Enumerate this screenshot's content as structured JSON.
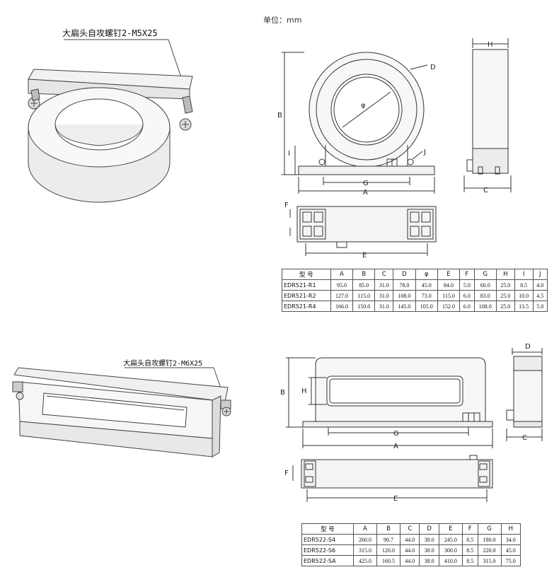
{
  "unit_label": "单位：mm",
  "top_section": {
    "screw_callout": "大扁头自攻螺钉2-M5X25",
    "dimension_labels": {
      "A": "A",
      "B": "B",
      "C": "C",
      "D": "D",
      "E": "E",
      "F": "F",
      "G": "G",
      "H": "H",
      "I": "I",
      "J": "J",
      "phi": "φ"
    },
    "table": {
      "headers": [
        "型 号",
        "A",
        "B",
        "C",
        "D",
        "φ",
        "E",
        "F",
        "G",
        "H",
        "I",
        "J"
      ],
      "rows": [
        [
          "EDR521-R1",
          "95.0",
          "85.0",
          "31.0",
          "78.0",
          "45.0",
          "84.0",
          "5.0",
          "60.0",
          "25.0",
          "8.5",
          "4.0"
        ],
        [
          "EDR521-R2",
          "127.0",
          "115.0",
          "31.0",
          "108.0",
          "73.0",
          "115.0",
          "6.0",
          "83.0",
          "25.0",
          "10.0",
          "4.5"
        ],
        [
          "EDR521-R4",
          "166.0",
          "150.0",
          "31.0",
          "145.0",
          "105.0",
          "152.0",
          "6.0",
          "108.0",
          "25.0",
          "13.5",
          "5.0"
        ]
      ]
    }
  },
  "bottom_section": {
    "screw_callout": "大扁头自攻螺钉2-M6X25",
    "dimension_labels": {
      "A": "A",
      "B": "B",
      "C": "C",
      "D": "D",
      "E": "E",
      "F": "F",
      "G": "G",
      "H": "H"
    },
    "table": {
      "headers": [
        "型 号",
        "A",
        "B",
        "C",
        "D",
        "E",
        "F",
        "G",
        "H"
      ],
      "rows": [
        [
          "EDR522-S4",
          "260.0",
          "90.7",
          "44.0",
          "38.0",
          "245.0",
          "8.5",
          "180.0",
          "34.0"
        ],
        [
          "EDR522-S6",
          "315.0",
          "120.0",
          "44.0",
          "38.0",
          "300.0",
          "8.5",
          "220.0",
          "45.0"
        ],
        [
          "EDR522-SA",
          "425.0",
          "160.5",
          "44.0",
          "38.0",
          "410.0",
          "8.5",
          "315.0",
          "75.0"
        ]
      ]
    }
  }
}
